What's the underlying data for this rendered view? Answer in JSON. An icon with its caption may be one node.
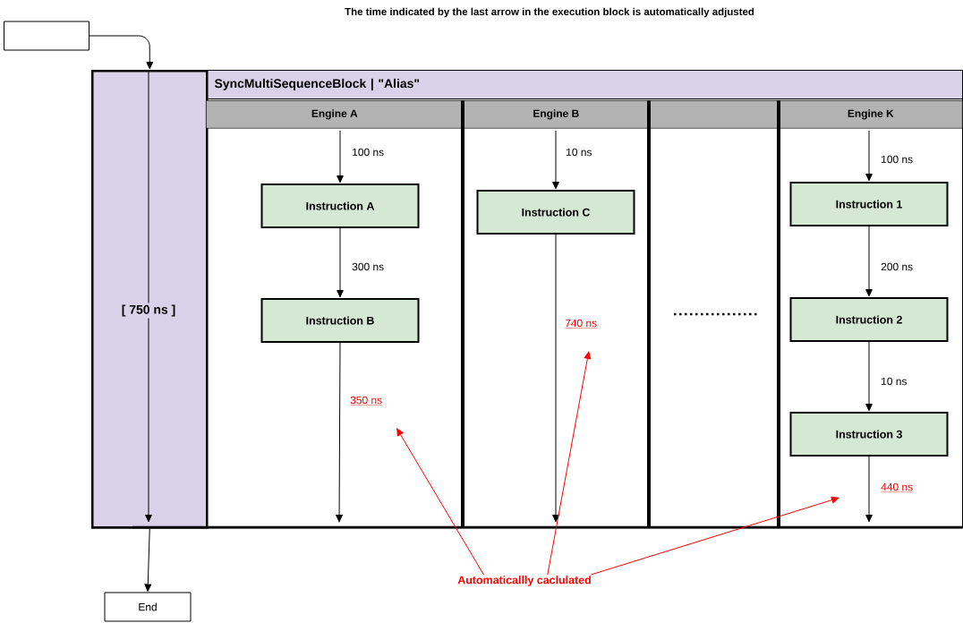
{
  "diagram": {
    "title": "The time indicated by the last arrow in the execution block is automatically adjusted",
    "nodes": [
      {
        "text": [],
        "shape": "box"
      },
      {
        "text": [
          "SyncMultiSequenceBlock | \"Alias\""
        ]
      },
      {
        "text": [
          "[ 750 ns ]"
        ],
        "in": 1
      },
      {
        "text": [
          "Engine A"
        ],
        "in": 1
      },
      {
        "text": [
          "Engine B"
        ],
        "in": 1
      },
      {
        "text": [],
        "shape": "box",
        "in": 1
      },
      {
        "text": [
          "Engine K"
        ],
        "in": 1
      },
      {
        "text": [
          "Instruction A"
        ],
        "in": 3
      },
      {
        "text": [
          "Instruction B"
        ],
        "in": 3
      },
      {
        "text": [
          "Instruction C"
        ],
        "in": 4
      },
      {
        "text": [
          "Instruction 1"
        ],
        "in": 6
      },
      {
        "text": [
          "Instruction 2"
        ],
        "in": 6
      },
      {
        "text": [
          "Instruction 3"
        ],
        "in": 6
      },
      {
        "text": [
          "End"
        ]
      },
      {
        "text": [
          "Automaticallly caclulated"
        ]
      }
    ],
    "edges": [
      {
        "from": 0,
        "to": 2,
        "arrow": "to"
      },
      {
        "from": 2,
        "to": 13,
        "arrow": "to"
      },
      {
        "from": null,
        "to": 7,
        "arrow": "to",
        "label": "100 ns"
      },
      {
        "from": 7,
        "to": 8,
        "arrow": "to",
        "label": "300 ns"
      },
      {
        "from": 8,
        "to": null,
        "arrow": "to",
        "label": "350 ns"
      },
      {
        "from": null,
        "to": 9,
        "arrow": "to",
        "label": "10 ns"
      },
      {
        "from": 9,
        "to": null,
        "arrow": "to",
        "label": "740 ns"
      },
      {
        "from": null,
        "to": 10,
        "arrow": "to",
        "label": "100 ns"
      },
      {
        "from": 10,
        "to": 11,
        "arrow": "to",
        "label": "200 ns"
      },
      {
        "from": 11,
        "to": 12,
        "arrow": "to",
        "label": "10 ns"
      },
      {
        "from": 12,
        "to": null,
        "arrow": "to",
        "label": "440 ns"
      },
      {
        "from": 14,
        "to": null,
        "arrow": "to",
        "color": "#ff0000"
      },
      {
        "from": 14,
        "to": null,
        "arrow": "to",
        "color": "#ff0000"
      },
      {
        "from": 14,
        "to": null,
        "arrow": "to",
        "color": "#ff0000"
      }
    ]
  }
}
